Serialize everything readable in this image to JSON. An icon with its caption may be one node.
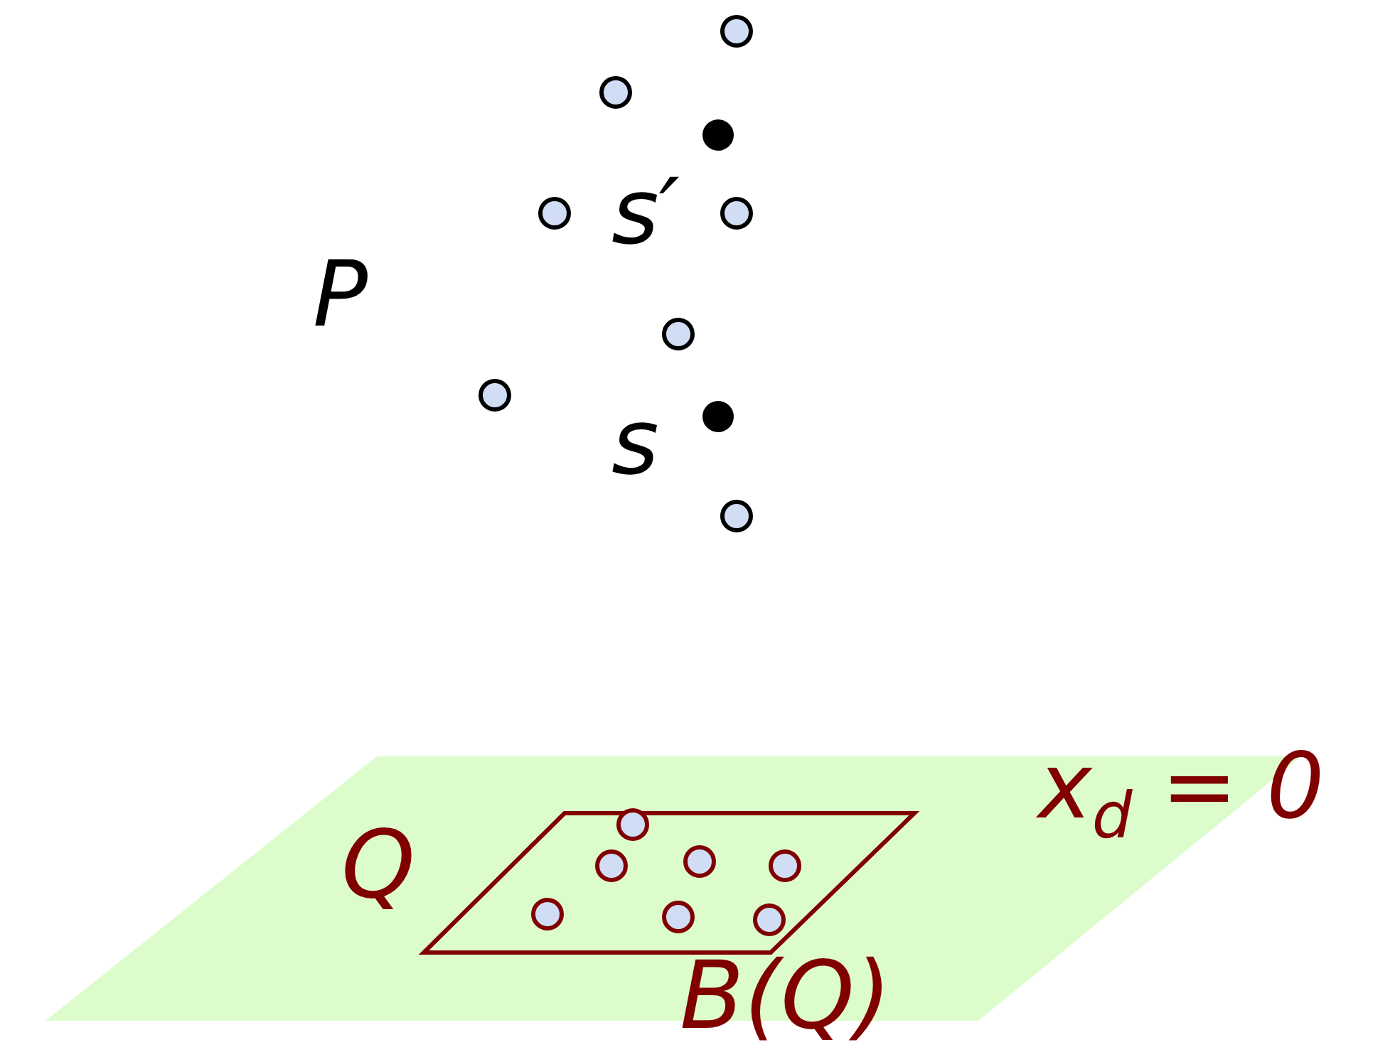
{
  "diagram": {
    "labels": [
      "s′",
      "P",
      "s",
      "*x*$_{d}$ = 0",
      "Q",
      "B(Q)"
    ]
  }
}
